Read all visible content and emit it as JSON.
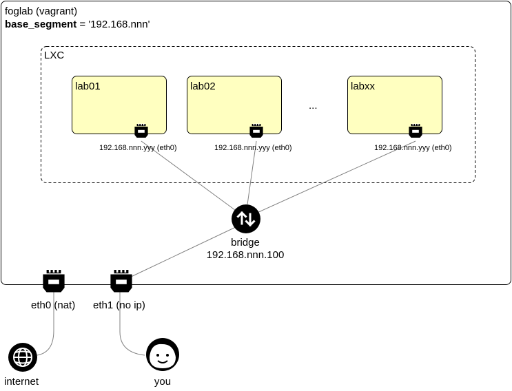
{
  "host": {
    "title": "foglab (vagrant)",
    "segment_key": "base_segment",
    "segment_rest": " = '192.168.nnn'"
  },
  "lxc": {
    "label": "LXC",
    "containers": [
      {
        "name": "lab01",
        "ip": "192.168.nnn.yyy (eth0)"
      },
      {
        "name": "lab02",
        "ip": "192.168.nnn.yyy (eth0)"
      },
      {
        "name": "labxx",
        "ip": "192.168.nnn.yyy (eth0)"
      }
    ],
    "ellipsis": "..."
  },
  "bridge": {
    "name": "bridge",
    "ip": "192.168.nnn.100"
  },
  "interfaces": {
    "eth0": "eth0 (nat)",
    "eth1": "eth1 (no ip)"
  },
  "endpoints": {
    "internet": "internet",
    "you": "you"
  },
  "colors": {
    "container_fill": "#ffffc0",
    "stroke": "#000000",
    "link": "#808080"
  }
}
